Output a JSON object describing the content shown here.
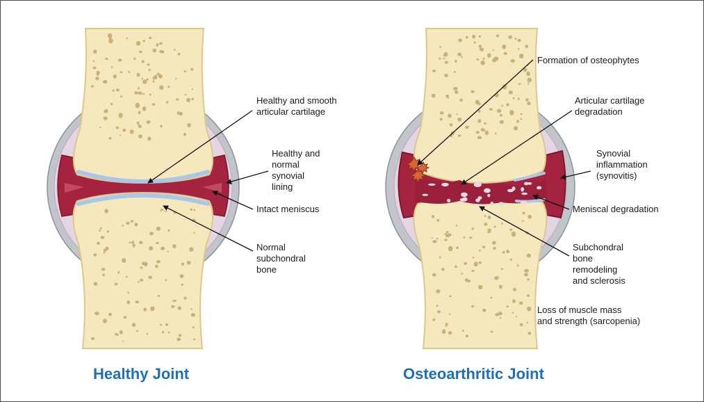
{
  "colors": {
    "bone": "#f6e8bd",
    "bone_outline": "#dcc88a",
    "pore": "#c9b27a",
    "capsule_outer": "#c2c6cb",
    "capsule_inner": "#e4d5e4",
    "synovial": "#a4233f",
    "synovial_dark": "#7b1730",
    "cartilage": "#aac8e6",
    "title_blue": "#1e6fb8"
  },
  "healthy": {
    "title": "Healthy Joint",
    "labels": {
      "cartilage": "Healthy and smooth\narticular cartilage",
      "synovial": "Healthy and\nnormal\nsynovial\nlining",
      "meniscus": "Intact meniscus",
      "subchondral": "Normal\nsubchondral\nbone"
    }
  },
  "oa": {
    "title": "Osteoarthritic Joint",
    "labels": {
      "osteophytes": "Formation of osteophytes",
      "cartilage": "Articular cartilage\ndegradation",
      "synovitis": "Synovial\ninflammation\n(synovitis)",
      "meniscal": "Meniscal degradation",
      "subchondral": "Subchondral\nbone\nremodeling\nand sclerosis",
      "muscle": "Loss of muscle mass\nand strength (sarcopenia)"
    }
  }
}
